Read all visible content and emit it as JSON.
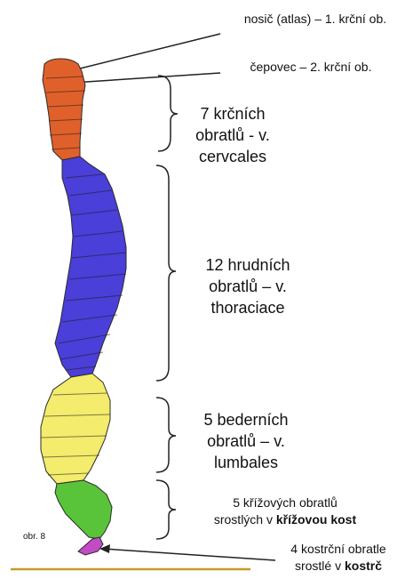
{
  "labels": {
    "atlas": "nosič (atlas) – 1. krční ob.",
    "axis": "čepovec – 2. krční ob.",
    "cervical": [
      "7 krčních",
      "obratlů - v.",
      "cervcales"
    ],
    "thoracic": [
      "12 hrudních",
      "obratlů – v.",
      "thoraciace"
    ],
    "lumbar": [
      "5 bederních",
      "obratlů – v.",
      "lumbales"
    ],
    "sacral_line1": "5 křížových obratlů",
    "sacral_line2_pre": "srostlých v ",
    "sacral_line2_bold": "křížovou kost",
    "coccyx_line1": "4 kostrční obratle",
    "coccyx_line2_pre": "srostlé v ",
    "coccyx_line2_bold": "kostrč",
    "figure_no": "obr. 8"
  },
  "colors": {
    "cervical": "#e0602b",
    "thoracic": "#4a3fd8",
    "lumbar": "#f3ec6c",
    "sacrum": "#59c43a",
    "coccyx": "#c24cc4",
    "baseline": "#c79a2a",
    "outline": "#2a2a2a"
  }
}
